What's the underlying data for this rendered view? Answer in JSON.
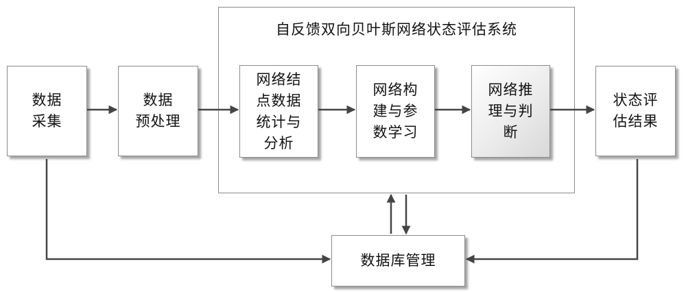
{
  "system": {
    "title": "自反馈双向贝叶斯网络状态评估系统"
  },
  "nodes": {
    "data_collection": "数据\n采集",
    "preprocessing": "数据\n预处理",
    "node_statistics": "网络结\n点数据\n统计与\n分析",
    "construction": "网络构\n建与参\n数学习",
    "inference": "网络推\n理与判\n断",
    "result": "状态评\n估结果",
    "database": "数据库管理"
  }
}
